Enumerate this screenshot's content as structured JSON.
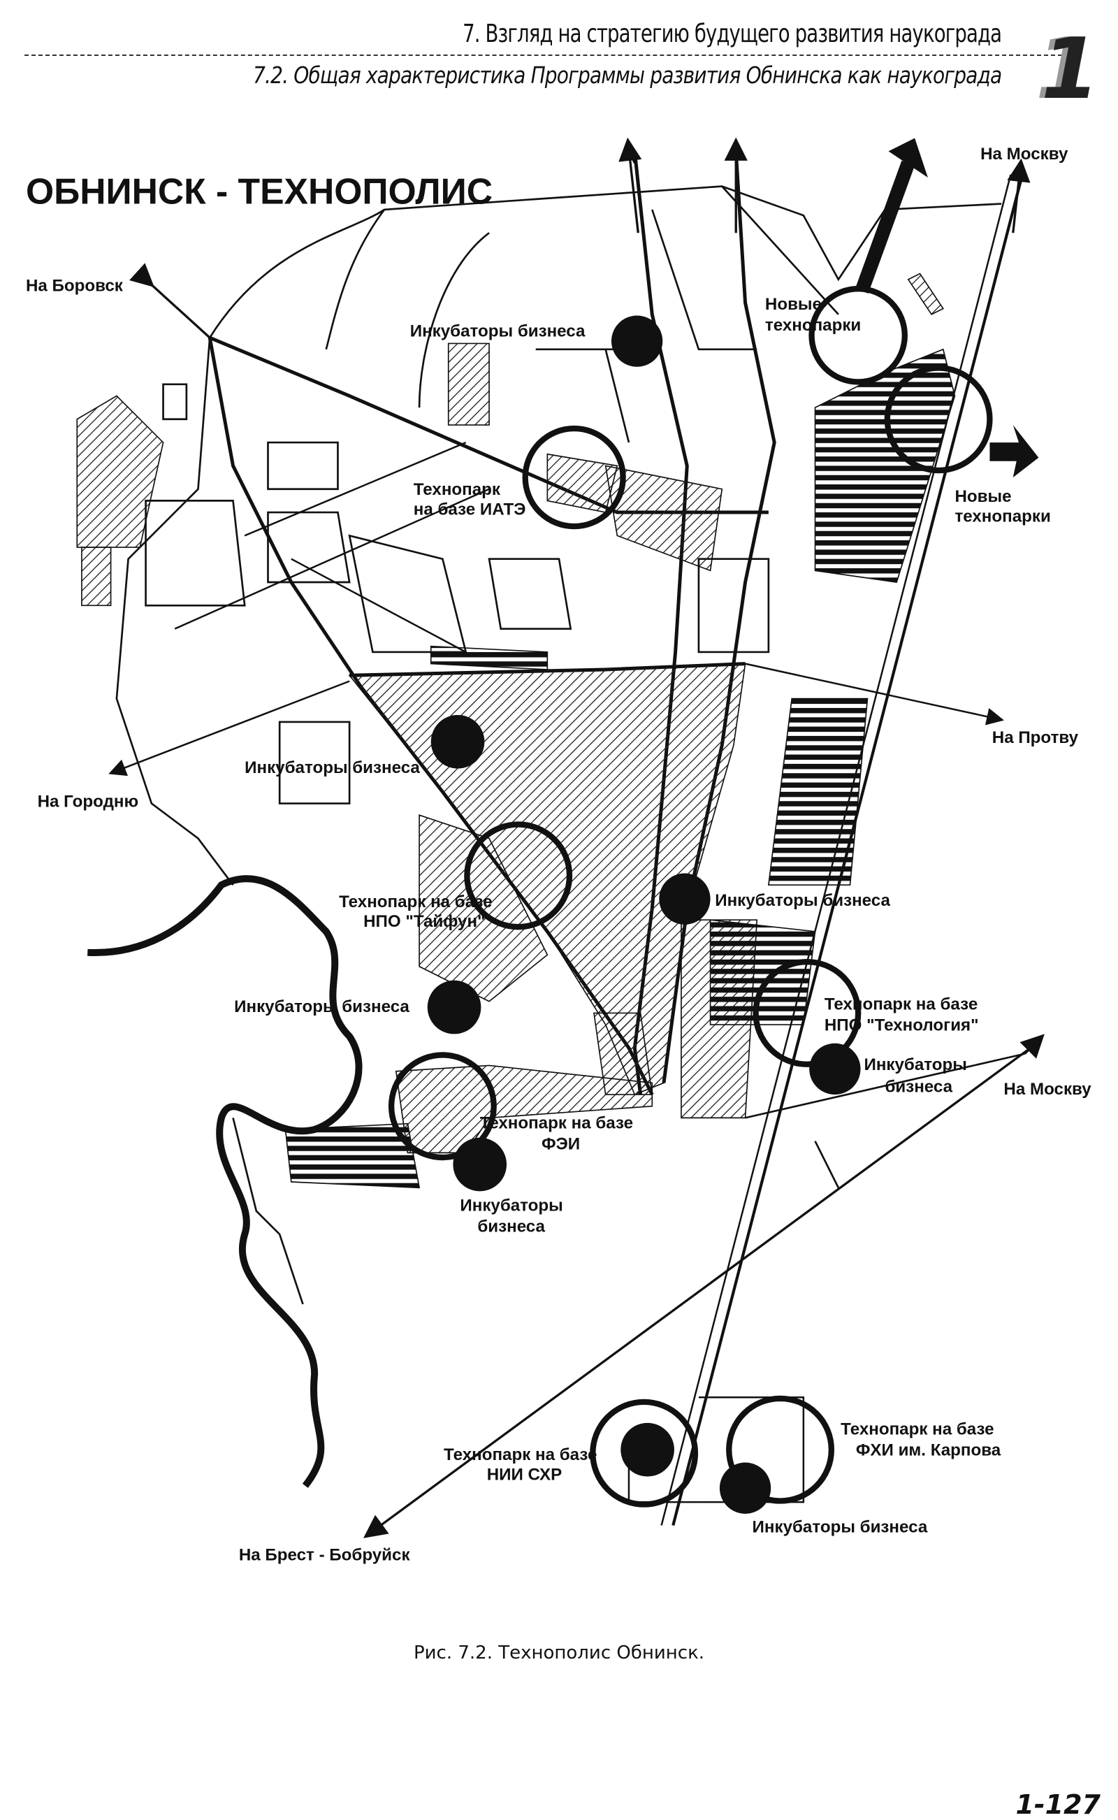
{
  "header": {
    "chapter_title": "7.  Взгляд на стратегию будущего развития наукограда",
    "section_title": "7.2. Общая характеристика Программы развития Обнинска как наукограда",
    "chapter_mark": "1"
  },
  "map": {
    "title": "ОБНИНСК - ТЕХНОПОЛИС",
    "directions": {
      "moscow_top": "На Москву",
      "borovsk": "На Боровск",
      "protva": "На Протву",
      "gorodnya": "На Городню",
      "moscow_bottom": "На Москву",
      "brest": "На Брест - Бобруйск"
    },
    "labels": {
      "inc1": "Инкубаторы бизнеса",
      "new_tp1_a": "Новые",
      "new_tp1_b": "технопарки",
      "new_tp2_a": "Новые",
      "new_tp2_b": "технопарки",
      "iate_a": "Технопарк",
      "iate_b": "на базе ИАТЭ",
      "inc2": "Инкубаторы бизнеса",
      "taifun_a": "Технопарк на базе",
      "taifun_b": "НПО \"Тайфун\"",
      "inc3": "Инкубаторы бизнеса",
      "inc4": "Инкубаторы бизнеса",
      "tekhn_a": "Технопарк на базе",
      "tekhn_b": "НПО \"Технология\"",
      "inc5_a": "Инкубаторы",
      "inc5_b": "бизнеса",
      "fei_a": "Технопарк на базе",
      "fei_b": "ФЭИ",
      "inc6_a": "Инкубаторы",
      "inc6_b": "бизнеса",
      "fhi_a": "Технопарк на базе",
      "fhi_b": "ФХИ им. Карпова",
      "nii_a": "Технопарк на базе",
      "nii_b": "НИИ СХР",
      "inc7": "Инкубаторы бизнеса"
    }
  },
  "caption": "Рис. 7.2. Технополис Обнинск.",
  "page_number": "1-127"
}
